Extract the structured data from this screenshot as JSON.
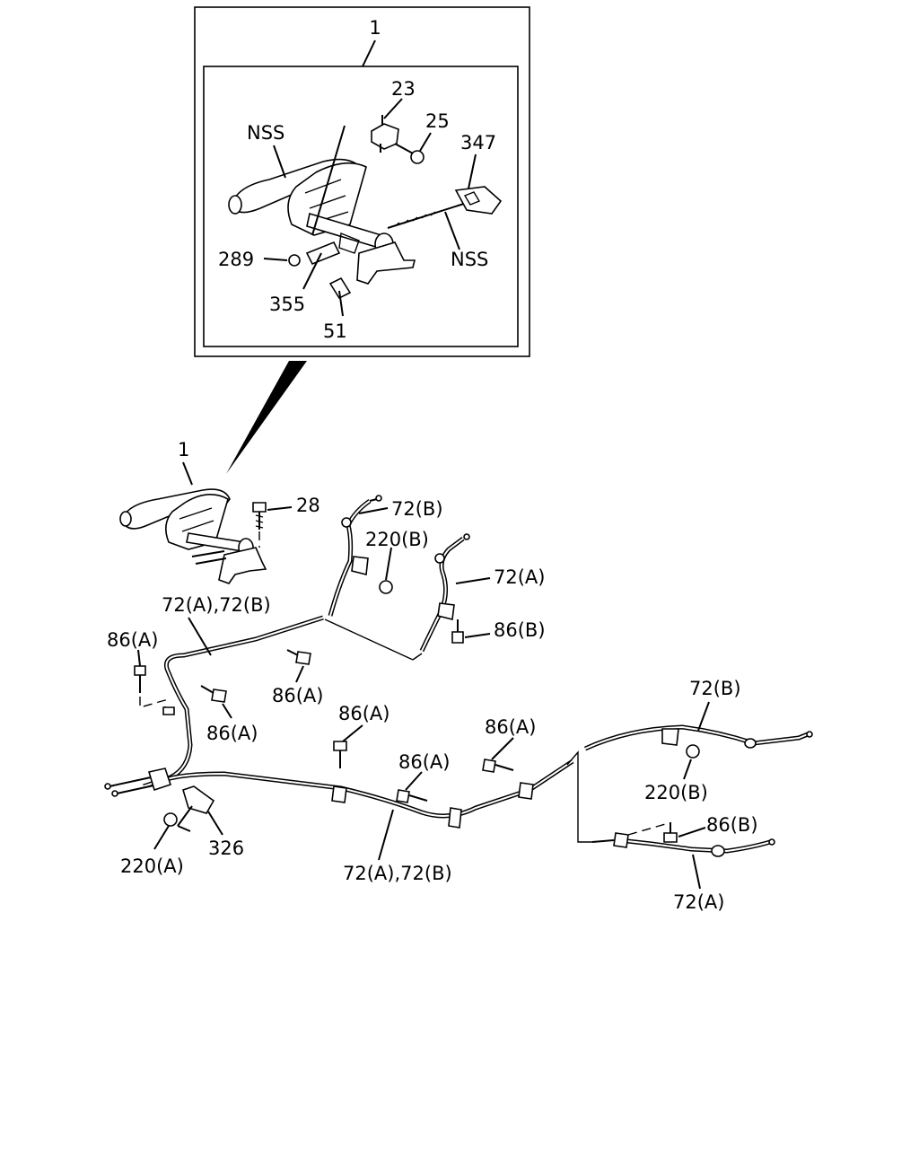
{
  "detail_view": {
    "callout": "1",
    "labels": {
      "nss_lever": "NSS",
      "part_23": "23",
      "part_25": "25",
      "part_347": "347",
      "nss_rod": "NSS",
      "part_289": "289",
      "part_355": "355",
      "part_51": "51"
    }
  },
  "main_view": {
    "labels": {
      "part_1": "1",
      "part_28": "28",
      "cable_72b_top": "72(B)",
      "nut_220b_top": "220(B)",
      "cable_72a_right": "72(A)",
      "bolt_86b_mid": "86(B)",
      "cable_72ab_upper": "72(A),72(B)",
      "bolt_86a_left": "86(A)",
      "bolt_86a_mid1": "86(A)",
      "bolt_86a_mid2": "86(A)",
      "bolt_86a_center": "86(A)",
      "bolt_86a_lower": "86(A)",
      "bolt_86a_right": "86(A)",
      "cable_72b_far_right": "72(B)",
      "nut_220b_right": "220(B)",
      "bolt_86b_right": "86(B)",
      "nut_220a": "220(A)",
      "part_326": "326",
      "cable_72ab_lower": "72(A),72(B)",
      "cable_72a_far_right": "72(A)"
    }
  }
}
